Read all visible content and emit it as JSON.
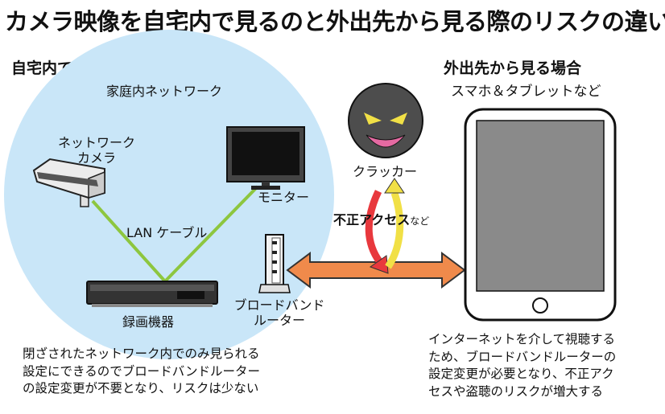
{
  "title": "カメラ映像を自宅内で見るのと外出先から見る際のリスクの違い",
  "home": {
    "heading": "自宅内で見る場合",
    "network_label": "家庭内ネットワーク",
    "camera_label": "ネットワーク\nカメラ",
    "monitor_label": "モニター",
    "cable_label": "LAN ケーブル",
    "recorder_label": "録画機器",
    "router_label": "ブロードバンド\nルーター",
    "description": "閉ざされたネットワーク内でのみ見られる\n設定にできるのでブロードバンドルーター\nの設定変更が不要となり、リスクは少ない"
  },
  "outside": {
    "heading": "外出先から見る場合",
    "device_label": "スマホ＆タブレットなど",
    "cracker_label": "クラッカー",
    "access_label": "不正アクセス",
    "access_suffix": "など",
    "description": "インターネットを介して視聴する\nため、ブロードバンドルーターの\n設定変更が必要となり、不正アク\nセスや盗聴のリスクが増大する"
  },
  "colors": {
    "network_bg": "#c9e6f8",
    "cable": "#8dc63f",
    "arrow_orange": "#f08a4b",
    "arrow_red": "#e8383d",
    "arrow_yellow": "#f1e046",
    "screen": "#8a8a8a",
    "cracker": "#4d4d4d"
  }
}
